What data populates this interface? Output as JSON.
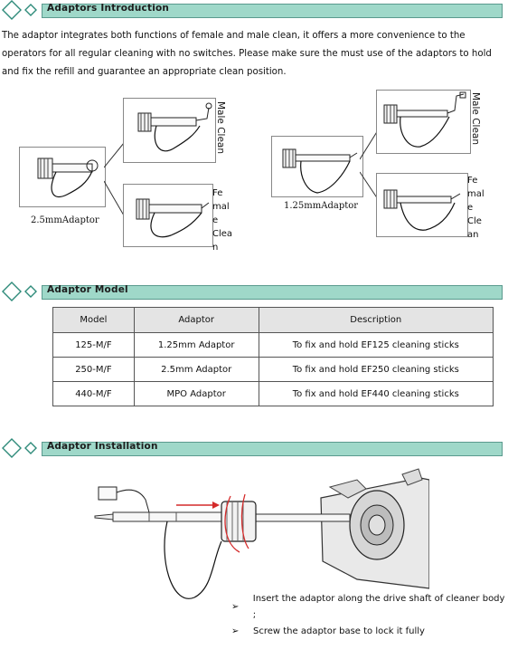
{
  "sections": {
    "intro": {
      "title": "Adaptors Introduction"
    },
    "model": {
      "title": "Adaptor Model"
    },
    "install": {
      "title": "Adaptor Installation"
    }
  },
  "intro_text": "The adaptor integrates both functions of female and male clean, it offers a more convenience to the operators for all regular cleaning with no switches. Please make sure the must use of the adaptors to hold and fix the refill and guarantee an appropriate clean position.",
  "diagram_left": {
    "caption": "2.5mmAdaptor",
    "male_label": "Male Clean",
    "female_label_lines": [
      "Fe",
      "mal",
      "e",
      "Clea",
      "n"
    ]
  },
  "diagram_right": {
    "caption": "1.25mmAdaptor",
    "male_label": "Male Clean",
    "female_label_lines": [
      "Fe",
      "mal",
      "e",
      "Cle",
      "an"
    ]
  },
  "table": {
    "headers": [
      "Model",
      "Adaptor",
      "Description"
    ],
    "rows": [
      [
        "125-M/F",
        "1.25mm Adaptor",
        "To fix and hold EF125 cleaning sticks"
      ],
      [
        "250-M/F",
        "2.5mm Adaptor",
        "To fix and hold EF250 cleaning sticks"
      ],
      [
        "440-M/F",
        "MPO Adaptor",
        "To fix and hold EF440 cleaning sticks"
      ]
    ]
  },
  "install_steps": [
    "Insert the adaptor along the drive shaft of cleaner body ;",
    "Screw the adaptor base to lock it fully"
  ],
  "bullet_symbol": "➢",
  "colors": {
    "header_bar": "#9fd8c9",
    "diamond": "#2e8b7a",
    "arrow_red": "#d42a2a"
  }
}
